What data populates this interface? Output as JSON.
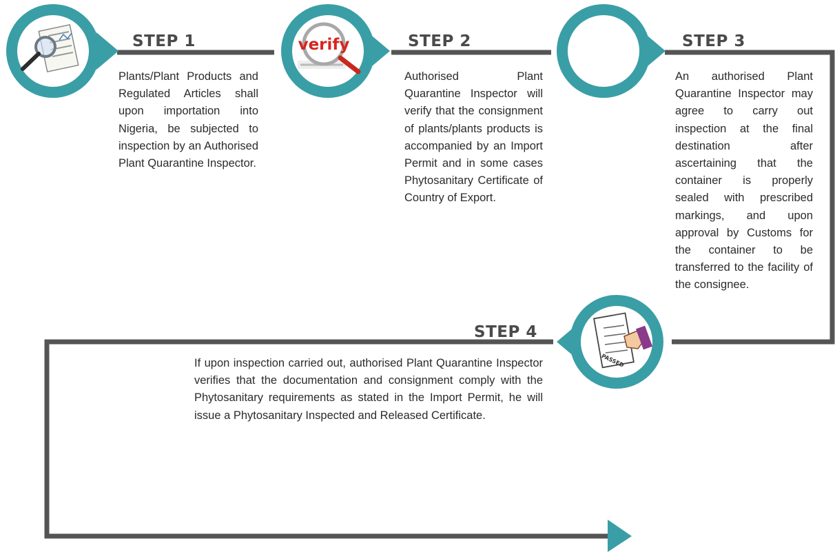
{
  "colors": {
    "teal": "#3a9ea6",
    "teal_dark": "#2f8991",
    "line": "#545454",
    "text": "#2b2b2b",
    "heading": "#4a4a4a"
  },
  "steps": [
    {
      "label": "STEP 1",
      "icon": "magnifier-document-icon",
      "text": "Plants/Plant Products and Regulated Articles shall upon importation into Nigeria, be subjected to inspection by an Authorised Plant Quarantine Inspector."
    },
    {
      "label": "STEP 2",
      "icon": "verify-magnifier-icon",
      "icon_text": "verify",
      "text": "Authorised Plant Quarantine Inspector will verify that the consignment of plants/plants products is accompanied by an Import Permit and in some cases Phytosanitary Certificate of Country of Export."
    },
    {
      "label": "STEP 3",
      "icon": "empty-circle-icon",
      "text": "An authorised Plant Quarantine Inspector may agree to carry out inspection at the final destination after ascertaining that the container is properly sealed with prescribed markings, and upon approval by Customs for the container to be transferred to the facility of the consignee."
    },
    {
      "label": "STEP 4",
      "icon": "passed-document-icon",
      "icon_text": "PASSED",
      "text": "If upon inspection carried out, authorised Plant Quarantine Inspector verifies that the documentation and consignment comply with the Phytosanitary requirements as stated in the Import Permit, he will issue a Phytosanitary Inspected and Released Certificate."
    }
  ]
}
